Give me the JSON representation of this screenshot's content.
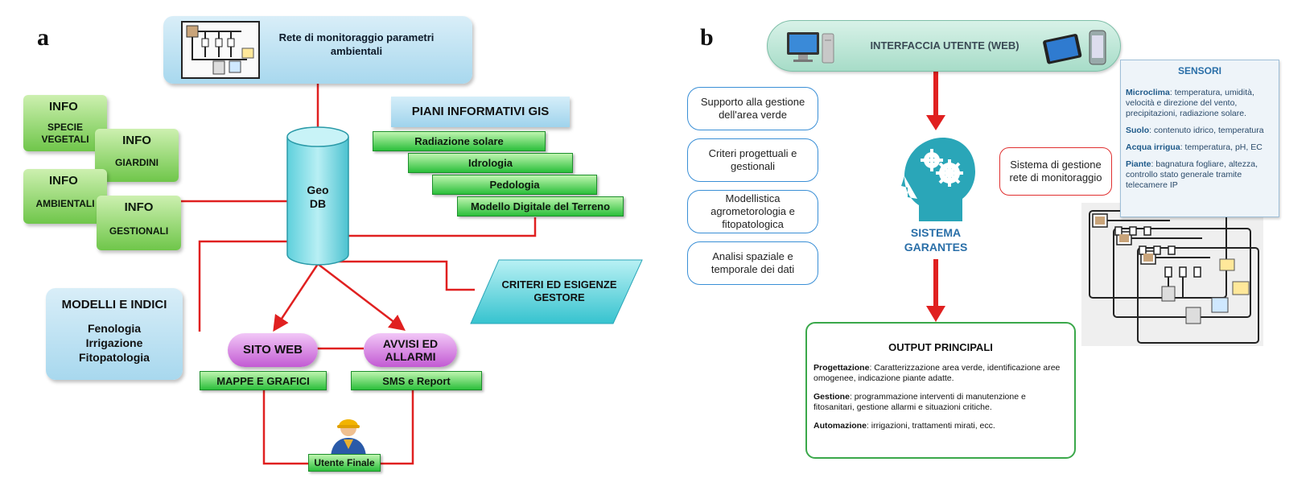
{
  "panel_a": {
    "label": "a",
    "network_title": "Rete di monitoraggio parametri ambientali",
    "info_specie": {
      "title": "INFO",
      "subtitle": "SPECIE VEGETALI"
    },
    "info_giardini": {
      "title": "INFO",
      "subtitle": "GIARDINI"
    },
    "info_ambientali": {
      "title": "INFO",
      "subtitle": "AMBIENTALI"
    },
    "info_gestionali": {
      "title": "INFO",
      "subtitle": "GESTIONALI"
    },
    "geodb": "Geo DB",
    "gis_title": "PIANI INFORMATIVI GIS",
    "gis_layers": [
      "Radiazione solare",
      "Idrologia",
      "Pedologia",
      "Modello Digitale del Terreno"
    ],
    "models_title": "MODELLI E INDICI",
    "models_items": [
      "Fenologia",
      "Irrigazione",
      "Fitopatologia"
    ],
    "criteri": "CRITERI ED ESIGENZE GESTORE",
    "sito_web": "SITO WEB",
    "avvisi": "AVVISI ED ALLARMI",
    "mappe": "MAPPE E GRAFICI",
    "sms": "SMS e Report",
    "utente": "Utente Finale"
  },
  "panel_b": {
    "label": "b",
    "interface": "INTERFACCIA UTENTE (WEB)",
    "left_boxes": [
      "Supporto alla gestione dell'area verde",
      "Criteri progettuali e gestionali",
      "Modellistica agrometorologia e fitopatologica",
      "Analisi spaziale e temporale dei dati"
    ],
    "system_name": "SISTEMA GARANTES",
    "gestione_rete": "Sistema di gestione rete di monitoraggio",
    "sensori": {
      "title": "SENSORI",
      "items": [
        {
          "key": "Microclima",
          "text": ": temperatura, umidità, velocità e direzione del vento, precipitazioni, radiazione solare."
        },
        {
          "key": "Suolo",
          "text": ":  contenuto idrico, temperatura"
        },
        {
          "key": "Acqua irrigua",
          "text": ": temperatura, pH, EC"
        },
        {
          "key": "Piante",
          "text": ": bagnatura fogliare, altezza, controllo stato generale tramite telecamere IP"
        }
      ]
    },
    "output": {
      "title": "OUTPUT PRINCIPALI",
      "items": [
        {
          "key": "Progettazione",
          "text": ":  Caratterizzazione area verde, identificazione aree omogenee, indicazione piante adatte."
        },
        {
          "key": "Gestione",
          "text": ": programmazione interventi di manutenzione e fitosanitari, gestione allarmi e situazioni critiche."
        },
        {
          "key": "Automazione",
          "text": ": irrigazioni, trattamenti mirati, ecc."
        }
      ]
    }
  },
  "colors": {
    "wire": "#e02020",
    "accent_teal": "#2aa6b8",
    "garantes_blue": "#2a6fa8",
    "output_border": "#3aa84a",
    "gestione_border": "#e03030"
  }
}
